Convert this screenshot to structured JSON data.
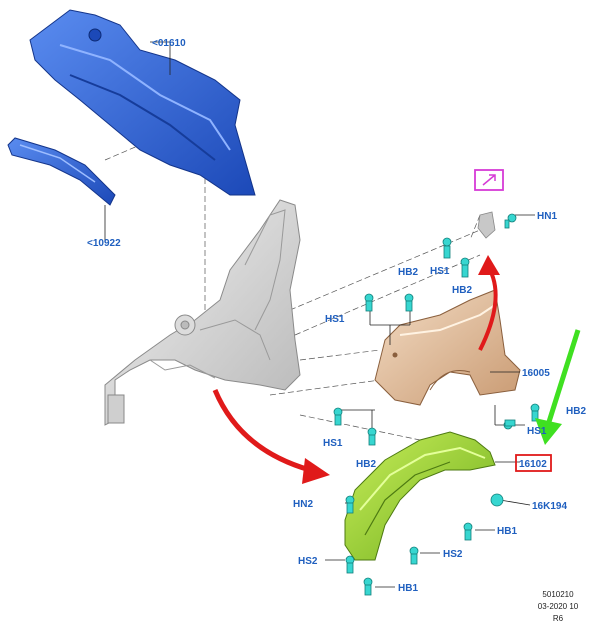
{
  "labels": {
    "dash_panel": "<01610",
    "brace": "<10922",
    "fender": "16005",
    "liner": "16102",
    "clip_liner": "16K194",
    "hn1": "HN1",
    "hs1_top": "HS1",
    "hb2_top": "HB2",
    "hb2_mid": "HB2",
    "hs1_mid": "HS1",
    "hb2_right": "HB2",
    "hs1_right": "HS1",
    "hs1_low": "HS1",
    "hb2_low": "HB2",
    "hn2": "HN2",
    "hb1_right": "HB1",
    "hs2_right": "HS2",
    "hs2_left": "HS2",
    "hb1_bottom": "HB1"
  },
  "footer": {
    "line1": "5010210",
    "line2": "03-2020 10",
    "line3": "R6"
  },
  "colors": {
    "label_blue": "#1f5fbf",
    "dash_blue": "#2f64d6",
    "fender_tan": "#e8c7a4",
    "liner_green": "#a6d83a",
    "clip_cyan": "#37d6d0",
    "arrow_red": "#e01a1a",
    "arrow_green": "#3fe021",
    "highlight_red": "#e01a1a",
    "callout_magenta": "#d63bd6"
  }
}
